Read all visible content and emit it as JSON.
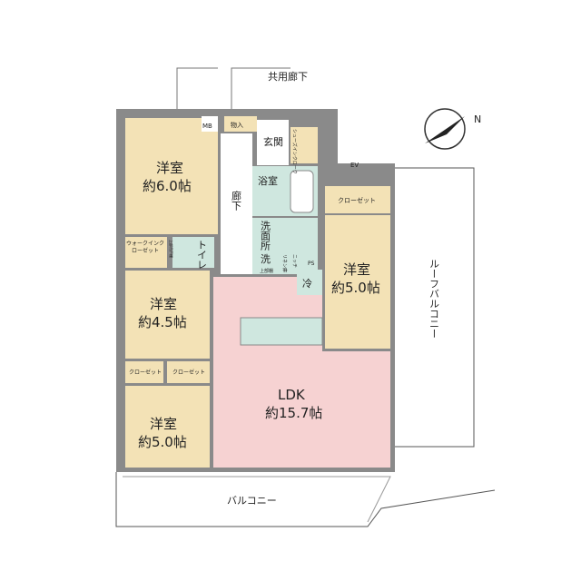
{
  "colors": {
    "western_room": "#f3e2b6",
    "ldk": "#f6d2d2",
    "wet_room": "#cfe7df",
    "wall": "#8a8a8a"
  },
  "compass": {
    "label": "N",
    "icon": "compass-icon"
  },
  "labels": {
    "common_corridor": "共用廊下",
    "mb": "MB",
    "storage": "物入",
    "entrance": "玄関",
    "shoes_in_cloak": "シューズインクローク",
    "ev": "EV",
    "hallway": "廊下",
    "bath": "浴室",
    "washroom": "洗面所",
    "washer": "洗",
    "upper_shelf": "上部棚",
    "linen": "リネン庫",
    "niche": "ニッチ",
    "ps": "PS",
    "fridge": "冷",
    "walkin_closet": "ウォークインクローゼット",
    "upper_cabinet": "上部吊戸棚",
    "toilet": "トイレ",
    "closet": "クローゼット",
    "roof_balcony": "ルーフバルコニー",
    "balcony": "バルコニー"
  },
  "rooms": [
    {
      "name": "洋室",
      "size": "約6.0帖"
    },
    {
      "name": "洋室",
      "size": "約4.5帖"
    },
    {
      "name": "洋室",
      "size": "約5.0帖"
    },
    {
      "name": "洋室",
      "size": "約5.0帖"
    },
    {
      "name": "LDK",
      "size": "約15.7帖"
    }
  ]
}
